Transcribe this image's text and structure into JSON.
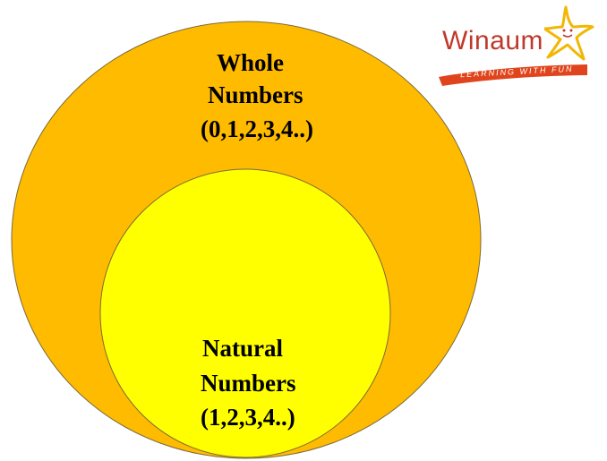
{
  "diagram": {
    "outer_set": {
      "title_line1": "Whole",
      "title_line2": "Numbers",
      "members": "(0,1,2,3,4..)",
      "fill_color": "#FFBB00"
    },
    "inner_set": {
      "title_line1": "Natural",
      "title_line2": "Numbers",
      "members": "(1,2,3,4..)",
      "fill_color": "#FFFF00"
    }
  },
  "logo": {
    "brand": "Winaum",
    "tagline": "LEARNING WITH FUN",
    "brand_color": "#C0392B",
    "ribbon_color": "#E0441C",
    "star_color": "#F2B705",
    "icon": "star-logo-icon"
  }
}
